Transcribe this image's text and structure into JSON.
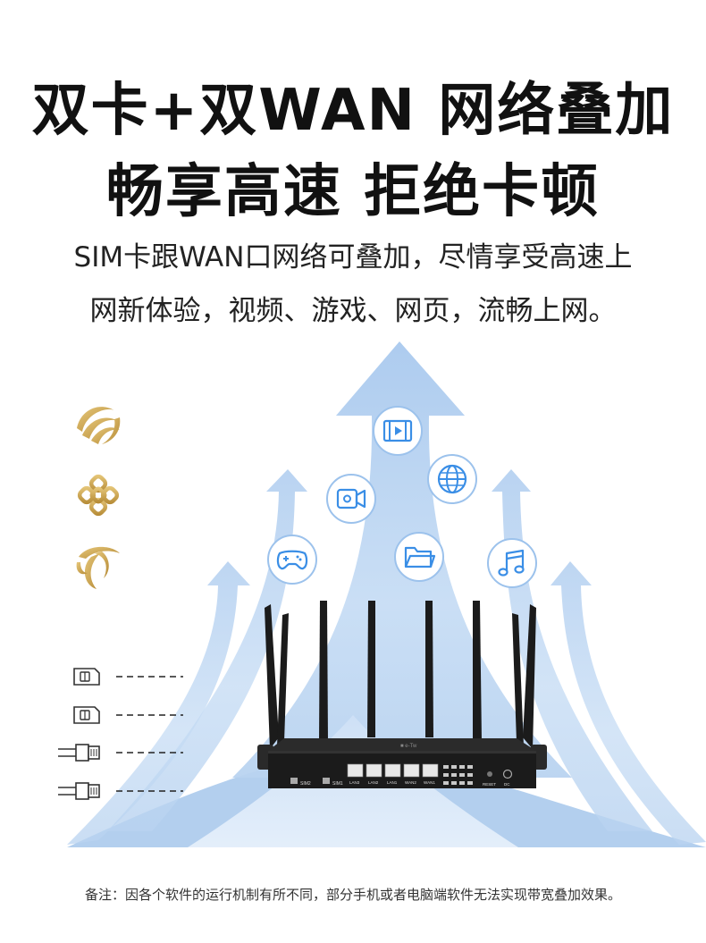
{
  "headline": {
    "line1": "双卡+双WAN 网络叠加",
    "line2": "畅享高速  拒绝卡顿"
  },
  "description": {
    "line1": "SIM卡跟WAN口网络可叠加，尽情享受高速上",
    "line2": "网新体验，视频、游戏、网页，流畅上网。"
  },
  "carriers": [
    {
      "icon": "china-mobile-logo-icon"
    },
    {
      "icon": "china-unicom-logo-icon"
    },
    {
      "icon": "china-telecom-logo-icon"
    }
  ],
  "inputs": [
    {
      "icon": "sim-card-icon"
    },
    {
      "icon": "sim-card-icon"
    },
    {
      "icon": "ethernet-cable-icon"
    },
    {
      "icon": "ethernet-cable-icon"
    }
  ],
  "app_icons": [
    {
      "icon": "video-film-icon"
    },
    {
      "icon": "globe-icon"
    },
    {
      "icon": "video-camera-icon"
    },
    {
      "icon": "gamepad-icon"
    },
    {
      "icon": "folder-icon"
    },
    {
      "icon": "music-note-icon"
    }
  ],
  "router": {
    "port_labels": [
      "SIM2",
      "SIM1",
      "LAN3",
      "LAN2",
      "LAN1",
      "WAN2",
      "WAN1",
      "RESET",
      "DC"
    ]
  },
  "colors": {
    "gold": "#C9A34E",
    "arrow_blue": "#9EC3EA",
    "icon_blue": "#3A8EE6",
    "router_black": "#1B1B1B"
  },
  "footnote": "备注：因各个软件的运行机制有所不同，部分手机或者电脑端软件无法实现带宽叠加效果。"
}
